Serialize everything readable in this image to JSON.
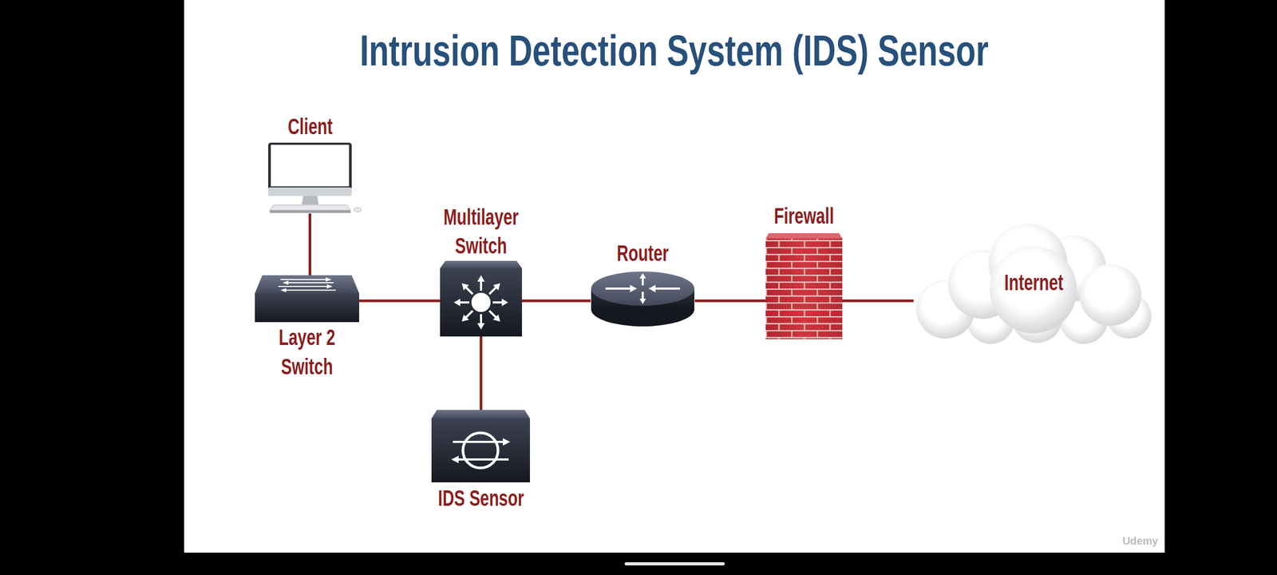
{
  "diagram": {
    "title": "Intrusion Detection System (IDS) Sensor",
    "nodes": [
      {
        "text": [
          "Client"
        ]
      },
      {
        "text": [
          "Layer 2 Switch"
        ]
      },
      {
        "text": [
          "Multilayer Switch"
        ]
      },
      {
        "text": [
          "IDS Sensor"
        ]
      },
      {
        "text": [
          "Router"
        ]
      },
      {
        "text": [
          "Firewall"
        ]
      },
      {
        "text": [
          "Internet"
        ]
      }
    ],
    "edges": [
      {
        "from": 0,
        "to": 1,
        "arrow": "none"
      },
      {
        "from": 1,
        "to": 2,
        "arrow": "none"
      },
      {
        "from": 2,
        "to": 3,
        "arrow": "none"
      },
      {
        "from": 2,
        "to": 4,
        "arrow": "none"
      },
      {
        "from": 4,
        "to": 5,
        "arrow": "none"
      },
      {
        "from": 5,
        "to": 6,
        "arrow": "none"
      }
    ],
    "labels": [
      "Udemy"
    ]
  }
}
